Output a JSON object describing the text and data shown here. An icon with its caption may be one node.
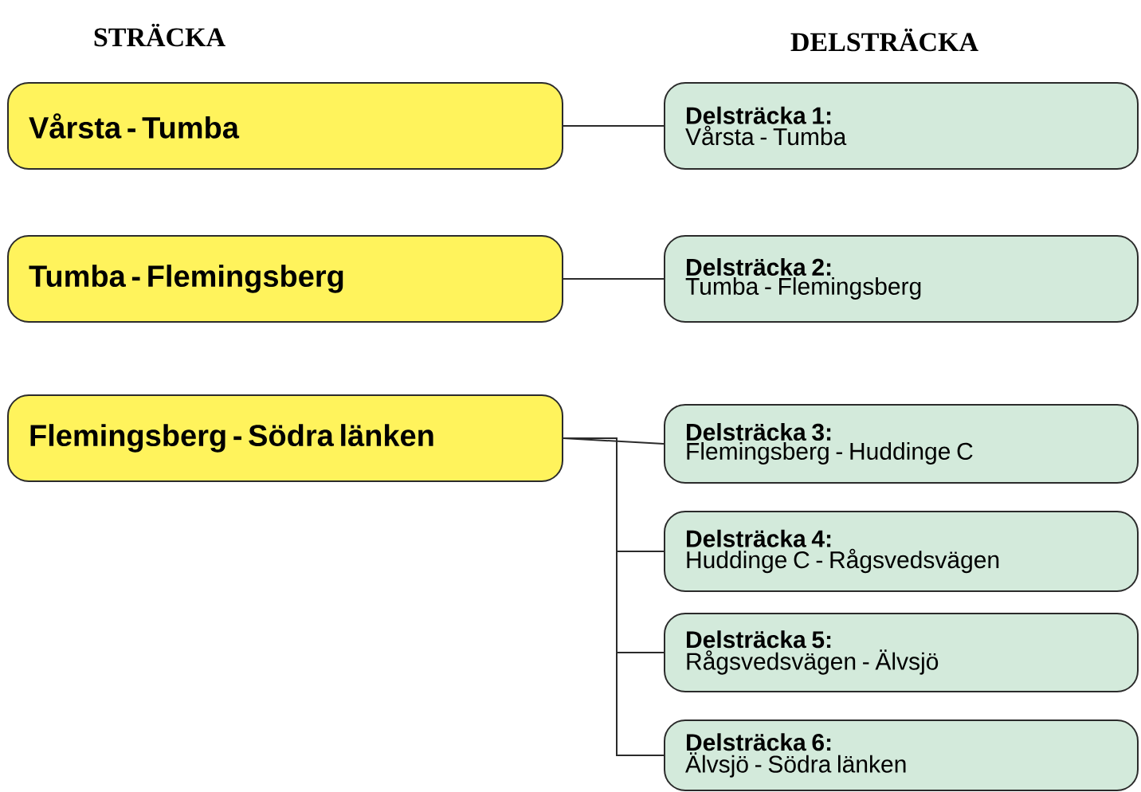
{
  "diagram": {
    "nodes": [
      {
        "text": [
          "Vårsta - Tumba"
        ]
      },
      {
        "text": [
          "Delsträcka 1:",
          "Vårsta - Tumba"
        ]
      },
      {
        "text": [
          "Tumba - Flemingsberg"
        ]
      },
      {
        "text": [
          "Delsträcka 2:",
          "Tumba - Flemingsberg"
        ]
      },
      {
        "text": [
          "Flemingsberg - Södra länken"
        ]
      },
      {
        "text": [
          "Delsträcka 3:",
          "Flemingsberg - Huddinge C"
        ]
      },
      {
        "text": [
          "Delsträcka 4:",
          "Huddinge C - Rågsvedsvägen"
        ]
      },
      {
        "text": [
          "Delsträcka 5:",
          "Rågsvedsvägen - Älvsjö"
        ]
      },
      {
        "text": [
          "Delsträcka 6:",
          "Älvsjö - Södra länken"
        ]
      }
    ],
    "edges": [
      {
        "from": 0,
        "to": 1,
        "arrow": "none"
      },
      {
        "from": 2,
        "to": 3,
        "arrow": "none"
      },
      {
        "from": 4,
        "to": 5,
        "arrow": "none"
      },
      {
        "from": 4,
        "to": 6,
        "arrow": "none"
      },
      {
        "from": 4,
        "to": 7,
        "arrow": "none"
      },
      {
        "from": 4,
        "to": 8,
        "arrow": "none"
      }
    ],
    "labels": [
      "STRÄCKA",
      "DELSTRÄCKA"
    ]
  }
}
